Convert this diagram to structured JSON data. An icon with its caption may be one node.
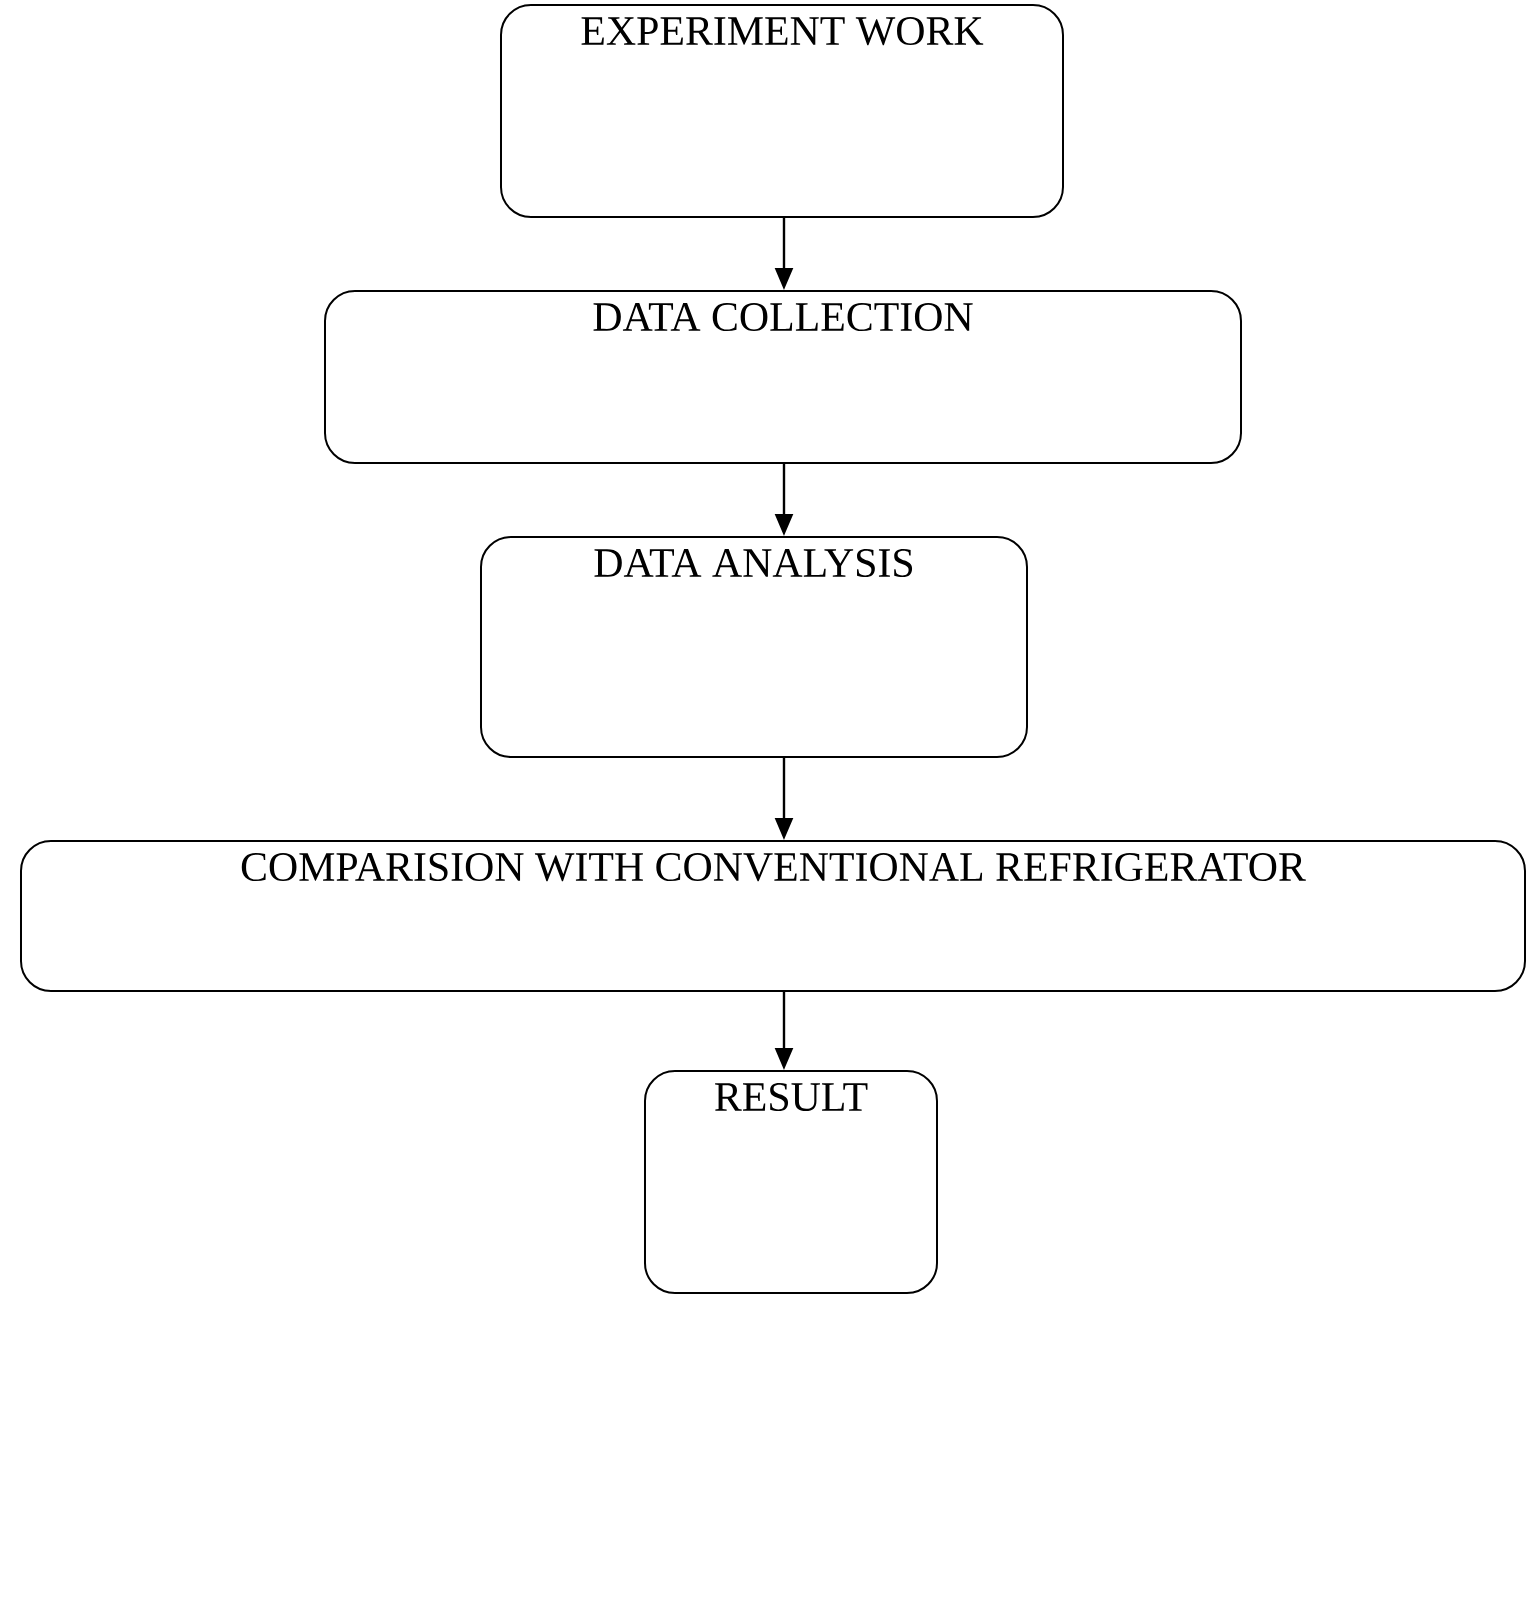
{
  "diagram": {
    "nodes": [
      {
        "text": [
          "EXPERIMENT WORK"
        ]
      },
      {
        "text": [
          "DATA COLLECTION"
        ]
      },
      {
        "text": [
          "DATA ANALYSIS"
        ]
      },
      {
        "text": [
          "COMPARISION WITH CONVENTIONAL REFRIGERATOR"
        ]
      },
      {
        "text": [
          "RESULT"
        ]
      }
    ],
    "edges": [
      {
        "from": 0,
        "to": 1,
        "arrow": "to"
      },
      {
        "from": 1,
        "to": 2,
        "arrow": "to"
      },
      {
        "from": 2,
        "to": 3,
        "arrow": "to"
      },
      {
        "from": 3,
        "to": 4,
        "arrow": "to"
      }
    ]
  }
}
